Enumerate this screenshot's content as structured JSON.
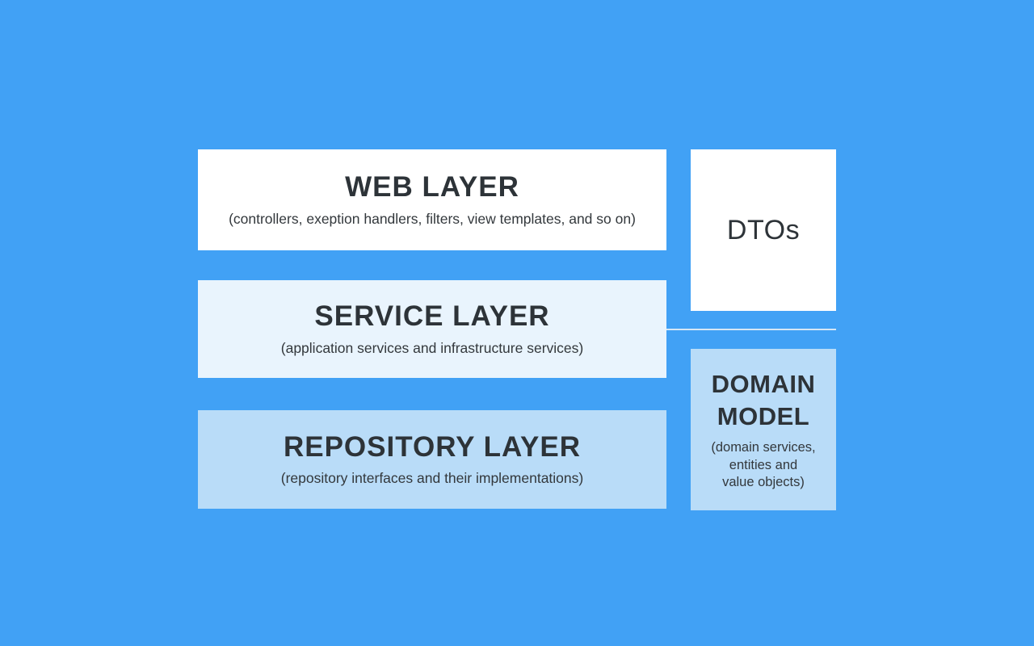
{
  "colors": {
    "background": "#41a1f5",
    "web_layer_bg": "#ffffff",
    "service_layer_bg": "#e9f4fd",
    "repository_layer_bg": "#b9dcf8",
    "dtos_bg": "#ffffff",
    "domain_model_bg": "#b9dcf8",
    "divider": "#d6e7f5",
    "text": "#2d3338"
  },
  "diagram": {
    "layers": [
      {
        "title": "WEB LAYER",
        "subtitle": "(controllers, exeption handlers, filters, view templates, and so on)"
      },
      {
        "title": "SERVICE LAYER",
        "subtitle": "(application services and infrastructure services)"
      },
      {
        "title": "REPOSITORY LAYER",
        "subtitle": "(repository interfaces and their implementations)"
      }
    ],
    "side": {
      "dtos": {
        "title": "DTOs"
      },
      "domain_model": {
        "title": "DOMAIN MODEL",
        "subtitle_lines": [
          "(domain services,",
          "entities and",
          "value objects)"
        ]
      }
    }
  }
}
